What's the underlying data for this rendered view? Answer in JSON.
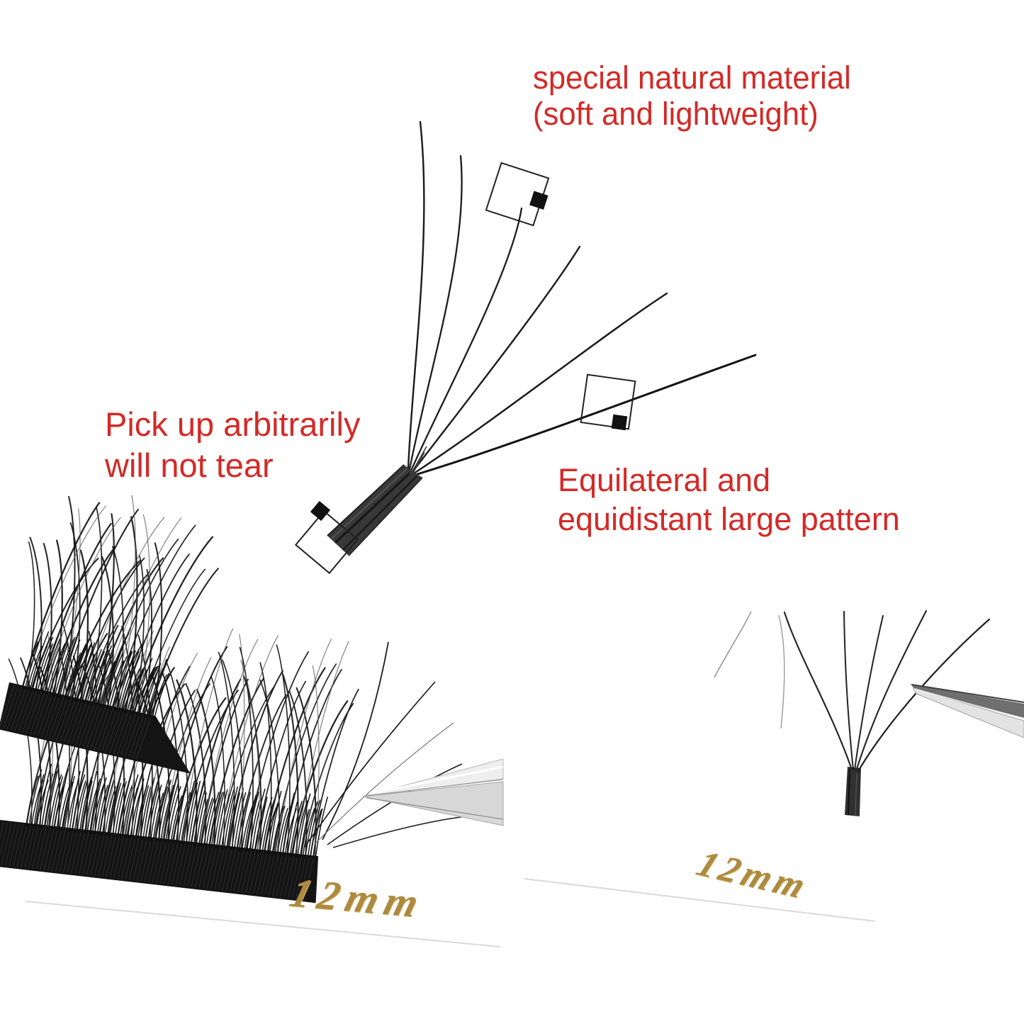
{
  "annotations": {
    "material": {
      "line1": "special natural material",
      "line2": "(soft and lightweight)"
    },
    "pickup": {
      "line1": "Pick up arbitrarily",
      "line2": "will not tear"
    },
    "pattern": {
      "line1": "Equilateral and",
      "line2": "equidistant large pattern"
    }
  },
  "photos": {
    "left": {
      "size_label": "12mm"
    },
    "right": {
      "size_label": "12mm"
    }
  },
  "colors": {
    "red_text": "#d32a27",
    "gold_foil": "#ad8a3f",
    "lash_black": "#1a1a1a",
    "tweezer_silver": "#d9d9d9",
    "background": "#ffffff"
  },
  "icons": {
    "callout_squares": "square-outline-with-filled-corner",
    "tweezers": "lash-tweezers"
  }
}
